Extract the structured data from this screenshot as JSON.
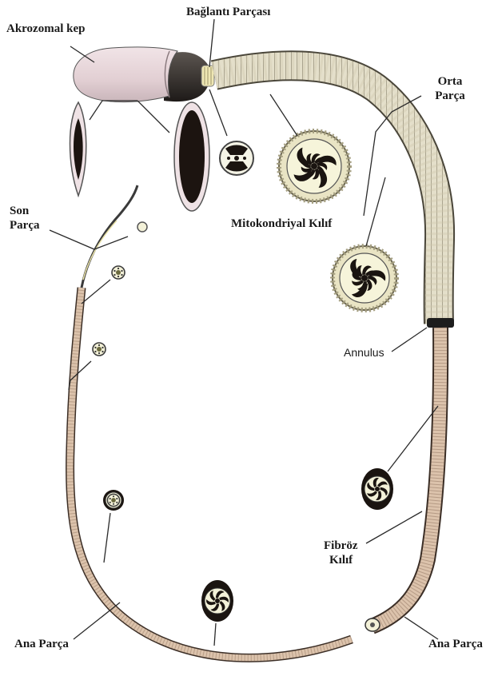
{
  "labels": {
    "akrozomal_kep": "Akrozomal kep",
    "baglanti_parcasi": "Bağlantı Parçası",
    "orta_parca_line1": "Orta",
    "orta_parca_line2": "Parça",
    "son_parca_line1": "Son",
    "son_parca_line2": "Parça",
    "mitokondriyal_kilif": "Mitokondriyal  Kılıf",
    "annulus": "Annulus",
    "fibroz_kilif_line1": "Fibröz",
    "fibroz_kilif_line2": "Kılıf",
    "ana_parca_left": "Ana Parça",
    "ana_parca_right": "Ana Parça"
  },
  "colors": {
    "acrosome_fill": "#e8d6da",
    "midpiece_fill": "#e2dcc6",
    "principal_piece_fill": "#dcc3ac",
    "cross_section_fill": "#f2f1d6",
    "nucleus_fill": "#1c1410",
    "line": "#2a2a2a"
  }
}
